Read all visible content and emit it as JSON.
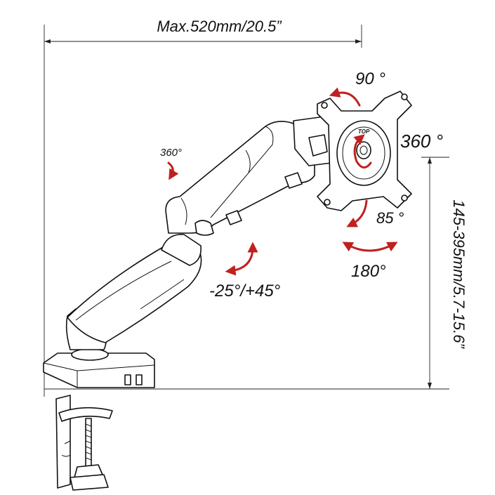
{
  "dimensions": {
    "max_reach": "Max.520mm/20.5”",
    "height_range": "145-395mm/5.7-15.6”"
  },
  "motions": {
    "swivel_small": "360°",
    "tilt_top": "90 °",
    "rotation": "360 °",
    "tilt_side": "85 °",
    "pan": "180°",
    "arm_tilt": "-25°/+45°"
  },
  "plate_marking": "TOP",
  "colors": {
    "arrow": "#c0201f",
    "line": "#111111"
  }
}
